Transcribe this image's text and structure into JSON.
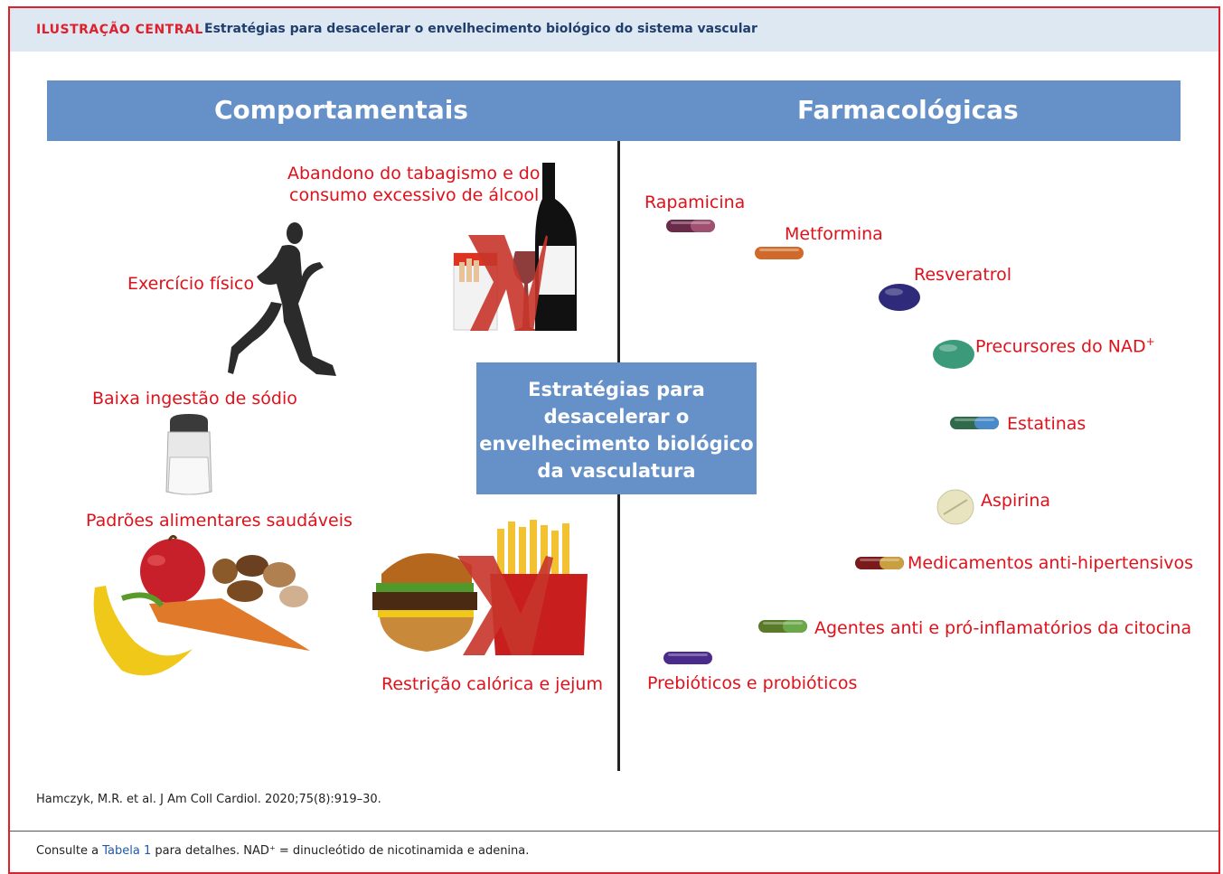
{
  "header": {
    "label": "ILUSTRAÇÃO CENTRAL",
    "title": "Estratégias para desacelerar o envelhecimento biológico do sistema vascular"
  },
  "columns": {
    "left": "Comportamentais",
    "right": "Farmacológicas"
  },
  "center": {
    "line1": "Estratégias para",
    "line2": "desacelerar o",
    "line3": "envelhecimento biológico",
    "line4": "da vasculatura"
  },
  "behavioral": {
    "quit_line1": "Abandono do tabagismo e do",
    "quit_line2": "consumo excessivo de álcool",
    "exercise": "Exercício físico",
    "sodium": "Baixa ingestão de sódio",
    "diet": "Padrões alimentares saudáveis",
    "caloric": "Restrição calórica e jejum"
  },
  "pharmacological": {
    "rapamycin": "Rapamicina",
    "metformin": "Metformina",
    "resveratrol": "Resveratrol",
    "nad": "Precursores do NAD",
    "nad_sup": "+",
    "statins": "Estatinas",
    "aspirin": "Aspirina",
    "antihypertensive": "Medicamentos anti-hipertensivos",
    "cytokine": "Agentes anti e pró-inflamatórios da citocina",
    "probiotics": "Prebióticos e probióticos"
  },
  "footer": {
    "citation": "Hamczyk, M.R. et al. J Am Coll Cardiol. 2020;75(8):919–30.",
    "note_prefix": "Consulte a ",
    "note_link": "Tabela 1",
    "note_suffix": " para detalhes. NAD⁺ = dinucleótido de nicotinamida e adenina."
  },
  "colors": {
    "accent_red": "#e0111b",
    "header_blue": "#6590c8",
    "topbar_bg": "#dde8f3",
    "title_navy": "#1f3e6e"
  }
}
